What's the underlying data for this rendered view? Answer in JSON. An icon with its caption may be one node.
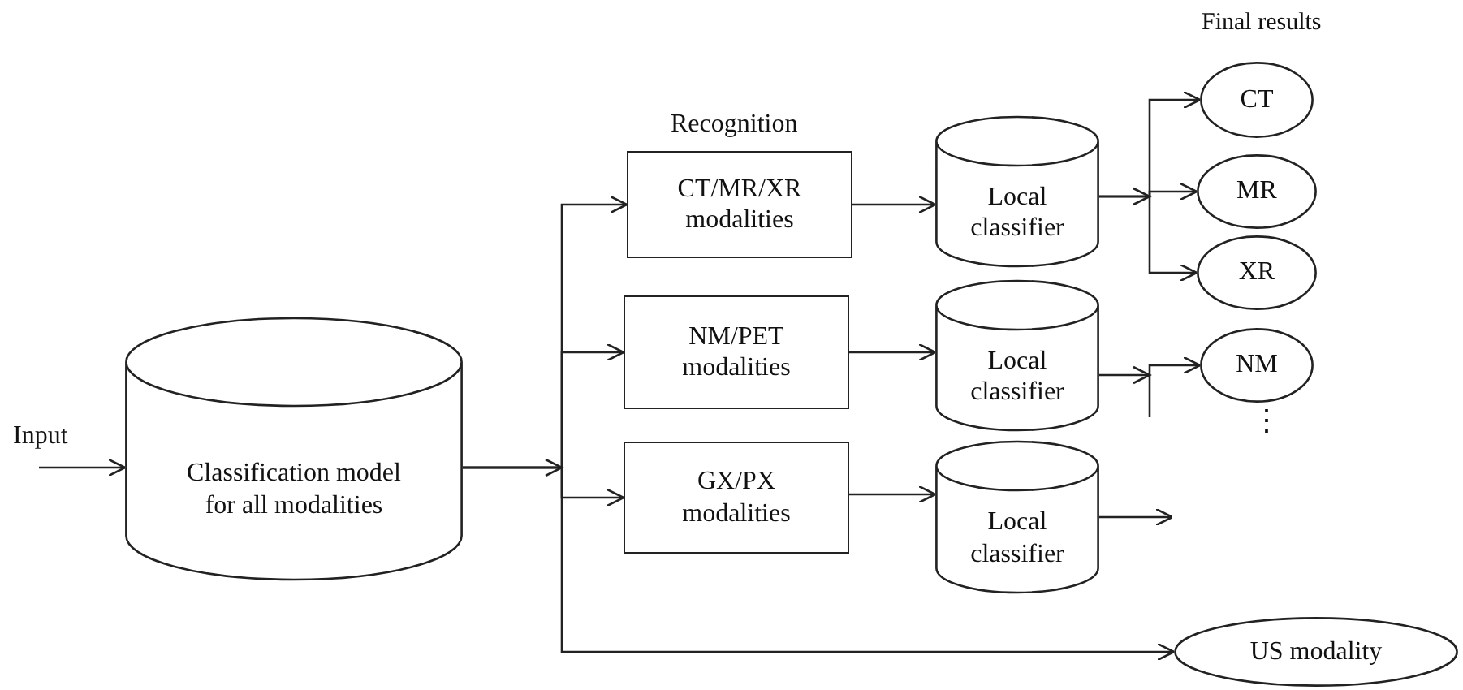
{
  "diagram": {
    "nodes": [
      {
        "text": [
          "Classification model for all modalities"
        ]
      },
      {
        "text": [
          "CT/MR/XR modalities"
        ]
      },
      {
        "text": [
          "NM/PET modalities"
        ]
      },
      {
        "text": [
          "GX/PX modalities"
        ]
      },
      {
        "text": [
          "Local classifier"
        ]
      },
      {
        "text": [
          "Local classifier"
        ]
      },
      {
        "text": [
          "Local classifier"
        ]
      },
      {
        "text": [
          "CT"
        ]
      },
      {
        "text": [
          "MR"
        ]
      },
      {
        "text": [
          "XR"
        ]
      },
      {
        "text": [
          "NM"
        ]
      },
      {
        "text": [
          "US modality"
        ]
      }
    ],
    "edges": [
      {
        "from": null,
        "to": 0,
        "arrow": "to",
        "label": "Input"
      },
      {
        "from": 0,
        "to": 1,
        "arrow": "to"
      },
      {
        "from": 0,
        "to": 2,
        "arrow": "to"
      },
      {
        "from": 0,
        "to": 3,
        "arrow": "to"
      },
      {
        "from": 0,
        "to": 11,
        "arrow": "to"
      },
      {
        "from": 1,
        "to": 4,
        "arrow": "to"
      },
      {
        "from": 2,
        "to": 5,
        "arrow": "to"
      },
      {
        "from": 3,
        "to": 6,
        "arrow": "to"
      },
      {
        "from": 4,
        "to": 7,
        "arrow": "to"
      },
      {
        "from": 4,
        "to": 8,
        "arrow": "to"
      },
      {
        "from": 4,
        "to": 9,
        "arrow": "to"
      },
      {
        "from": 5,
        "to": 10,
        "arrow": "to"
      },
      {
        "from": 6,
        "to": null,
        "arrow": "to"
      }
    ],
    "labels": [
      "Final results",
      "Recognition",
      "⋮"
    ]
  }
}
